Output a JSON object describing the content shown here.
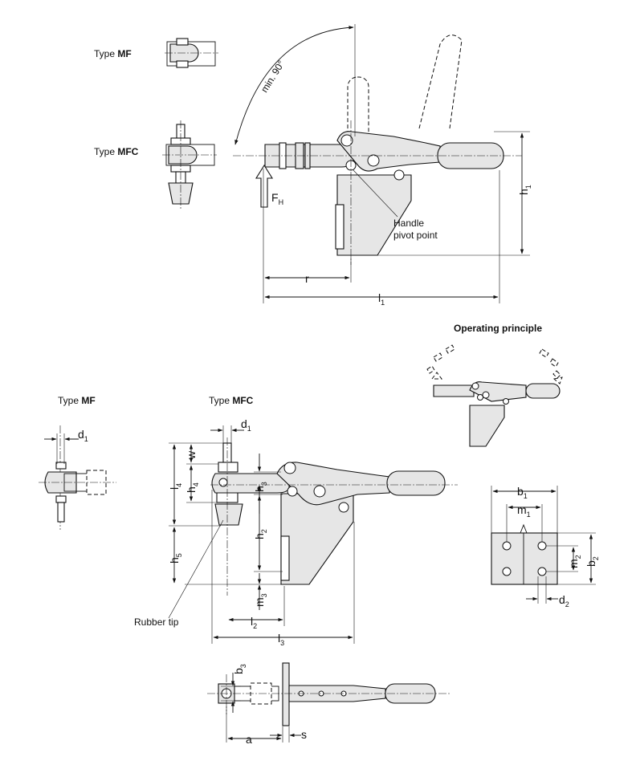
{
  "labels": {
    "type_prefix": "Type",
    "mf": "MF",
    "mfc": "MFC",
    "min_angle": "min. 90°",
    "force": "F",
    "force_sub": "H",
    "handle_pivot_line1": "Handle",
    "handle_pivot_line2": "pivot point",
    "operating_principle": "Operating principle",
    "rubber_tip": "Rubber tip"
  },
  "dimensions": {
    "h1": {
      "base": "h",
      "sub": "1"
    },
    "r": {
      "base": "r",
      "sub": ""
    },
    "l1": {
      "base": "l",
      "sub": "1"
    },
    "d1_left": {
      "base": "d",
      "sub": "1"
    },
    "d1": {
      "base": "d",
      "sub": "1"
    },
    "w": {
      "base": "w",
      "sub": ""
    },
    "h3": {
      "base": "h",
      "sub": "3"
    },
    "h4": {
      "base": "h",
      "sub": "4"
    },
    "l4": {
      "base": "l",
      "sub": "4"
    },
    "h2": {
      "base": "h",
      "sub": "2"
    },
    "h5": {
      "base": "h",
      "sub": "5"
    },
    "m3": {
      "base": "m",
      "sub": "3"
    },
    "l2": {
      "base": "l",
      "sub": "2"
    },
    "l3": {
      "base": "l",
      "sub": "3"
    },
    "b1": {
      "base": "b",
      "sub": "1"
    },
    "m1": {
      "base": "m",
      "sub": "1"
    },
    "m2": {
      "base": "m",
      "sub": "2"
    },
    "b2": {
      "base": "b",
      "sub": "2"
    },
    "d2": {
      "base": "d",
      "sub": "2"
    },
    "b3": {
      "base": "b",
      "sub": "3"
    },
    "a": {
      "base": "a",
      "sub": ""
    },
    "s": {
      "base": "s",
      "sub": ""
    }
  }
}
